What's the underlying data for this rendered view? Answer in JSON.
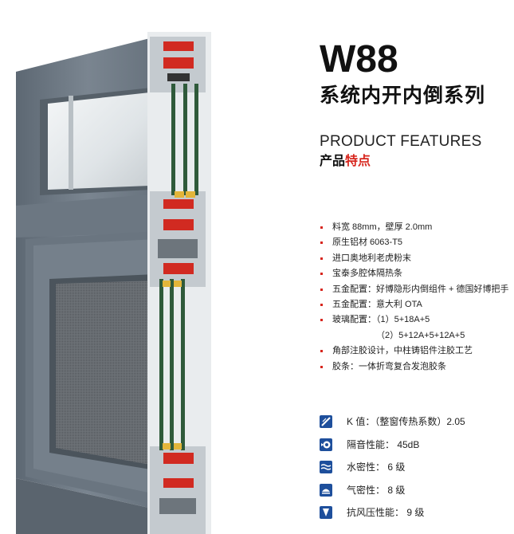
{
  "header": {
    "model": "W88",
    "series": "系统内开内倒系列",
    "features_en": "PRODUCT FEATURES",
    "features_cn_prefix": "产品",
    "features_cn_accent": "特点"
  },
  "colors": {
    "accent": "#d7261e",
    "icon_blue": "#1e4f9c",
    "frame_grey": "#6f7a85"
  },
  "specs": [
    "料宽 88mm，壁厚 2.0mm",
    "原生铝材 6063-T5",
    "进口奥地利老虎粉末",
    "宝泰多腔体隔热条",
    "五金配置：好博隐形内倒组件 + 德国好博把手",
    "五金配置：意大利 OTA",
    "玻璃配置：（1）5+18A+5"
  ],
  "spec_sub": "（2）5+12A+5+12A+5",
  "specs_after": [
    "角部注胶设计，中柱铸铝件注胶工艺",
    "胶条：一体折弯复合发泡胶条"
  ],
  "performance": [
    {
      "icon": "thermal-icon",
      "text": "K 值：（整窗传热系数）2.05"
    },
    {
      "icon": "sound-icon",
      "text": "隔音性能： 45dB"
    },
    {
      "icon": "water-icon",
      "text": "水密性： 6 级"
    },
    {
      "icon": "air-icon",
      "text": "气密性： 8 级"
    },
    {
      "icon": "wind-icon",
      "text": "抗风压性能： 9 级"
    }
  ]
}
